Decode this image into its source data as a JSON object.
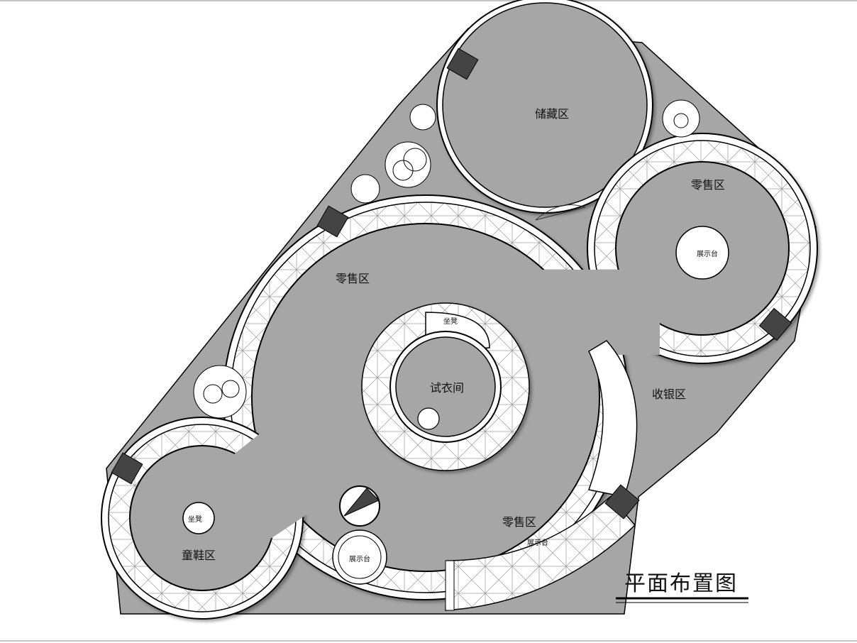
{
  "title": "平面布置图",
  "zones": {
    "storage": "储藏区",
    "retail_top_right": "零售区",
    "retail_left": "零售区",
    "retail_bottom": "零售区",
    "cashier": "收银区",
    "fitting_room": "试衣间",
    "kids_shoes": "童鞋区"
  },
  "fixtures": {
    "stool_ring": "坐凳",
    "stool_kids": "坐凳",
    "display_right": "展示台",
    "display_bottom_left": "展示台",
    "display_bottom_counter": "展示台"
  },
  "colors": {
    "floor": "#a6a6a6",
    "wall": "#000000",
    "counter": "#ffffff",
    "column": "#444444"
  }
}
